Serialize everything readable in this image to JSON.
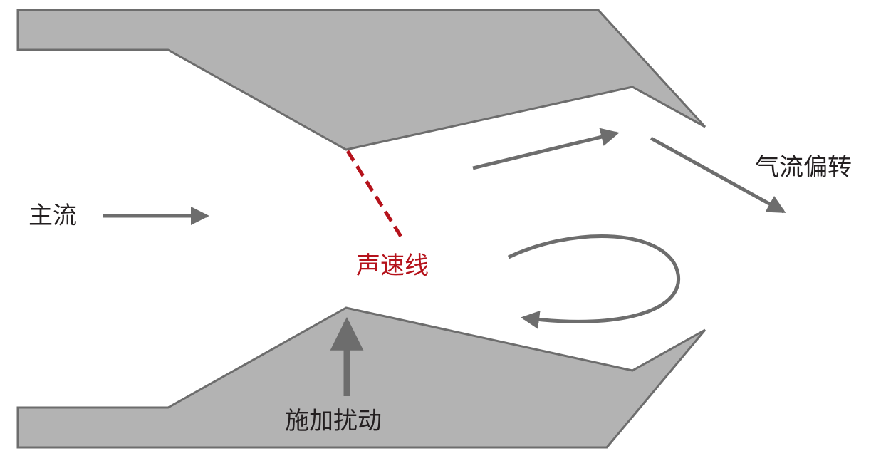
{
  "labels": {
    "main_flow": "主流",
    "sonic_line": "声速线",
    "flow_deflection": "气流偏转",
    "disturbance": "施加扰动"
  },
  "colors": {
    "wall_fill": "#b3b3b3",
    "wall_stroke": "#6d6d6d",
    "arrow": "#6d6d6d",
    "sonic_line": "#b5121b",
    "text": "#231f20",
    "sonic_text": "#b5121b",
    "background": "#ffffff"
  }
}
